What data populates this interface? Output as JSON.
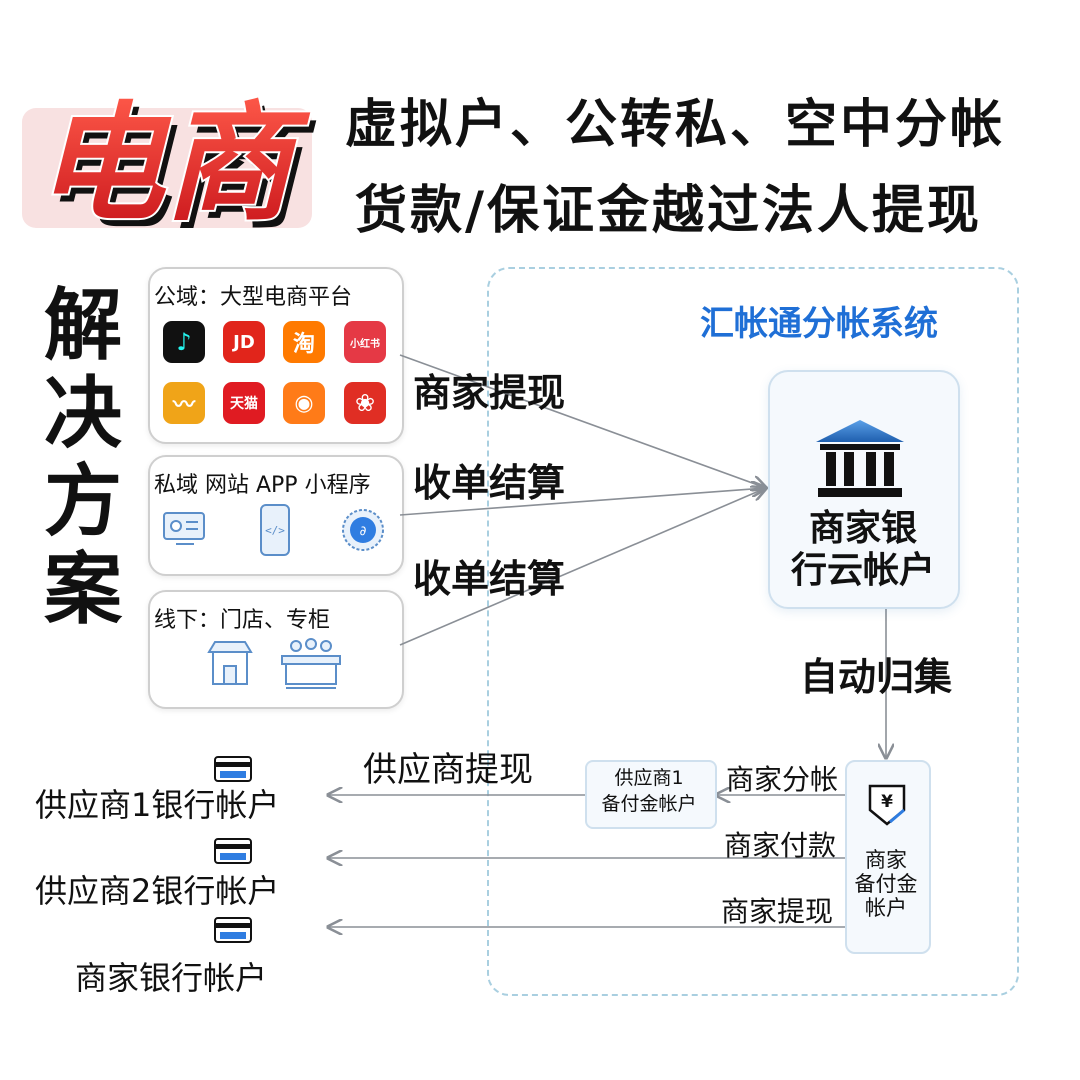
{
  "logo": {
    "text": "电商"
  },
  "headlines": [
    "虚拟户、公转私、空中分帐",
    "货款/保证金越过法人提现"
  ],
  "side_title": [
    "解",
    "决",
    "方",
    "案"
  ],
  "system_title": "汇帐通分帐系统",
  "sources": {
    "public": {
      "title": "公域：大型电商平台",
      "apps": [
        {
          "name": "douyin-icon",
          "label": "♪",
          "color": "#111111"
        },
        {
          "name": "jd-icon",
          "label": "JD",
          "color": "#e1251b"
        },
        {
          "name": "taobao-icon",
          "label": "淘",
          "color": "#ff7a00"
        },
        {
          "name": "xiaohongshu-icon",
          "label": "小红书",
          "color": "#e53945"
        },
        {
          "name": "vipshop-icon",
          "label": "〰",
          "color": "#f0a418"
        },
        {
          "name": "tmall-icon",
          "label": "天猫",
          "color": "#e01b22"
        },
        {
          "name": "kuaishou-icon",
          "label": "◉",
          "color": "#ff7b18"
        },
        {
          "name": "pinduoduo-icon",
          "label": "❀",
          "color": "#e02e24"
        }
      ]
    },
    "private": {
      "title": "私域 网站 APP 小程序"
    },
    "offline": {
      "title": "线下：门店、专柜"
    }
  },
  "flows": {
    "merchant_withdraw_top": "商家提现",
    "acquiring_1": "收单结算",
    "acquiring_2": "收单结算",
    "auto_collect": "自动归集",
    "supplier_withdraw": "供应商提现",
    "merchant_split": "商家分帐",
    "merchant_payment": "商家付款",
    "merchant_withdraw_bottom": "商家提现"
  },
  "accounts": {
    "bank": [
      "商家银",
      "行云帐户"
    ],
    "reserve": [
      "商家",
      "备付金",
      "帐户"
    ],
    "supplier_reserve": [
      "供应商1",
      "备付金帐户"
    ]
  },
  "destinations": [
    "供应商1银行帐户",
    "供应商2银行帐户",
    "商家银行帐户"
  ],
  "colors": {
    "accent_blue": "#1f6fd6",
    "logo_red": "#e02a2a",
    "arrow": "#8a8f96"
  }
}
